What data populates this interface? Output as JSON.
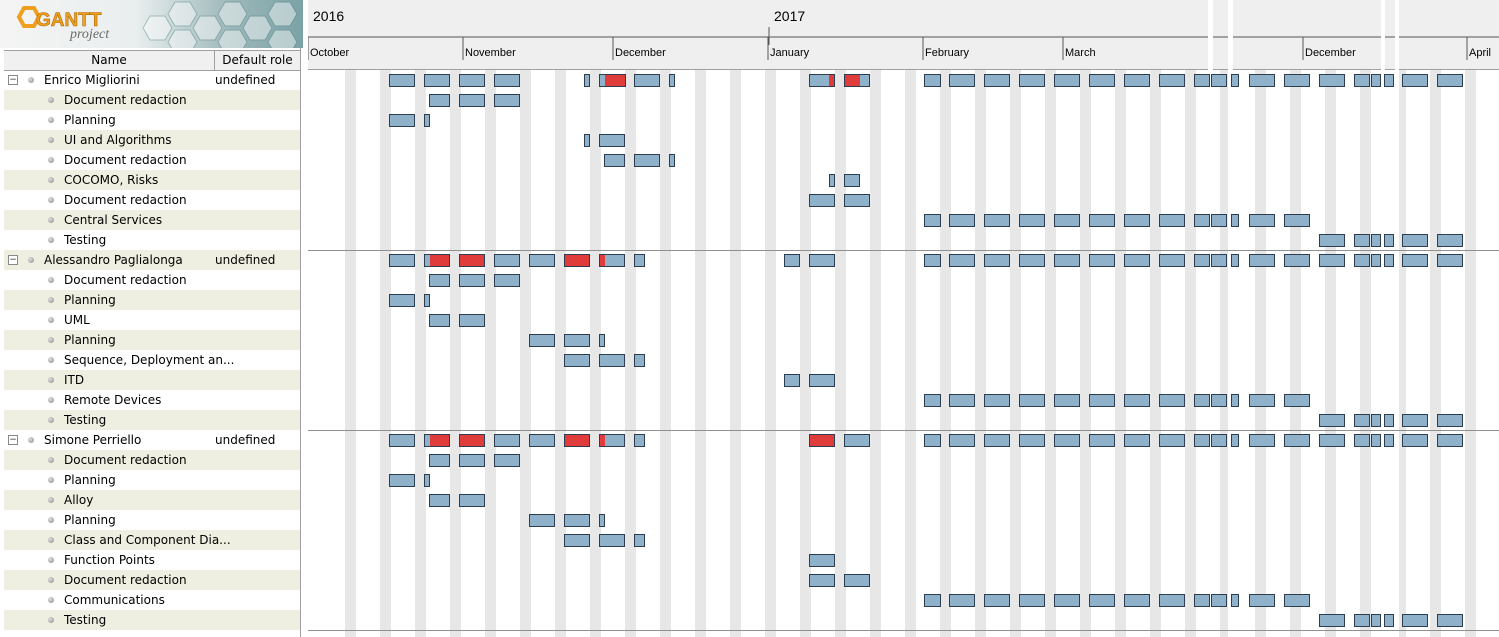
{
  "app": {
    "logo_text_main": "GANTT",
    "logo_text_sub": "project"
  },
  "table": {
    "columns": {
      "name": "Name",
      "role": "Default role"
    },
    "rows": [
      {
        "label": "Enrico Migliorini",
        "role": "undefined",
        "type": "resource"
      },
      {
        "label": "Document redaction",
        "type": "task"
      },
      {
        "label": "Planning",
        "type": "task"
      },
      {
        "label": "UI and Algorithms",
        "type": "task"
      },
      {
        "label": "Document redaction",
        "type": "task"
      },
      {
        "label": "COCOMO, Risks",
        "type": "task"
      },
      {
        "label": "Document redaction",
        "type": "task"
      },
      {
        "label": "Central Services",
        "type": "task"
      },
      {
        "label": "Testing",
        "type": "task"
      },
      {
        "label": "Alessandro Paglialonga",
        "role": "undefined",
        "type": "resource"
      },
      {
        "label": "Document redaction",
        "type": "task"
      },
      {
        "label": "Planning",
        "type": "task"
      },
      {
        "label": "UML",
        "type": "task"
      },
      {
        "label": "Planning",
        "type": "task"
      },
      {
        "label": "Sequence, Deployment an...",
        "type": "task"
      },
      {
        "label": "ITD",
        "type": "task"
      },
      {
        "label": "Remote Devices",
        "type": "task"
      },
      {
        "label": "Testing",
        "type": "task"
      },
      {
        "label": "Simone Perriello",
        "role": "undefined",
        "type": "resource"
      },
      {
        "label": "Document redaction",
        "type": "task"
      },
      {
        "label": "Planning",
        "type": "task"
      },
      {
        "label": "Alloy",
        "type": "task"
      },
      {
        "label": "Planning",
        "type": "task"
      },
      {
        "label": "Class and Component Dia...",
        "type": "task"
      },
      {
        "label": "Function Points",
        "type": "task"
      },
      {
        "label": "Document redaction",
        "type": "task"
      },
      {
        "label": "Communications",
        "type": "task"
      },
      {
        "label": "Testing",
        "type": "task"
      }
    ]
  },
  "timeline": {
    "years": [
      "2016",
      "2017"
    ],
    "months": [
      "October",
      "November",
      "December",
      "January",
      "February",
      "March",
      "December",
      "April"
    ]
  },
  "colors": {
    "bar": "#8fb1c9",
    "overload": "#e03c3c",
    "alt_row": "#efefe1",
    "weekend": "#e7e7e7"
  }
}
